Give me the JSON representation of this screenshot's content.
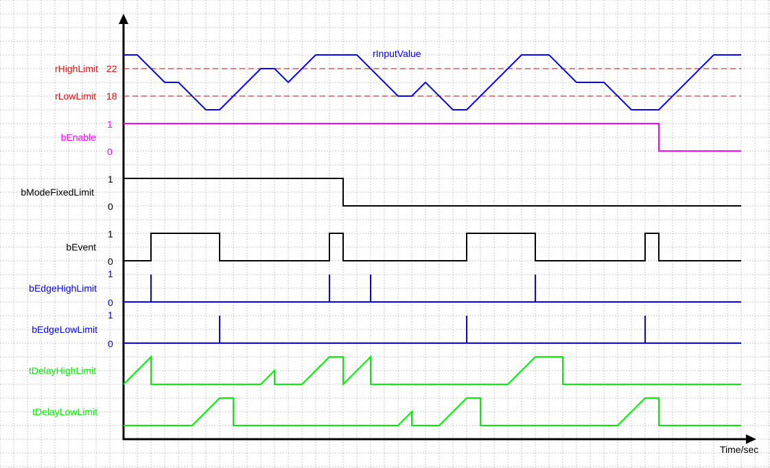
{
  "colors": {
    "input": "#0000ff",
    "limit": "#e01010",
    "limit_line": "#c00000",
    "enable": "#ff00ff",
    "bool": "#000000",
    "edge": "#0000ff",
    "delay": "#00ee00"
  },
  "axis": {
    "x_label": "Time/sec"
  },
  "analog": {
    "name": "rInputValue",
    "high_limit": {
      "label": "rHighLimit",
      "value": "22",
      "level": 22
    },
    "low_limit": {
      "label": "rLowLimit",
      "value": "18",
      "level": 18
    },
    "points": [
      [
        0,
        24
      ],
      [
        1,
        24
      ],
      [
        3,
        20
      ],
      [
        4,
        20
      ],
      [
        6,
        16
      ],
      [
        7,
        16
      ],
      [
        10,
        22
      ],
      [
        11,
        22
      ],
      [
        12,
        20
      ],
      [
        14,
        24
      ],
      [
        17,
        24
      ],
      [
        20,
        18
      ],
      [
        21,
        18
      ],
      [
        22,
        20
      ],
      [
        24,
        16
      ],
      [
        25,
        16
      ],
      [
        29,
        24
      ],
      [
        31,
        24
      ],
      [
        33,
        20
      ],
      [
        35,
        20
      ],
      [
        37,
        16
      ],
      [
        39,
        16
      ],
      [
        43,
        24
      ],
      [
        45,
        24
      ]
    ]
  },
  "signals": [
    {
      "name": "bEnable",
      "hi": "1",
      "lo": "0",
      "points": [
        [
          0,
          1
        ],
        [
          39,
          1
        ],
        [
          39,
          0
        ],
        [
          45,
          0
        ]
      ]
    },
    {
      "name": "bModeFixedLimit",
      "hi": "1",
      "lo": "0",
      "points": [
        [
          0,
          1
        ],
        [
          16,
          1
        ],
        [
          16,
          0
        ],
        [
          45,
          0
        ]
      ]
    },
    {
      "name": "bEvent",
      "hi": "1",
      "lo": "0",
      "points": [
        [
          0,
          0
        ],
        [
          2,
          0
        ],
        [
          2,
          1
        ],
        [
          7,
          1
        ],
        [
          7,
          0
        ],
        [
          15,
          0
        ],
        [
          15,
          1
        ],
        [
          16,
          1
        ],
        [
          16,
          0
        ],
        [
          25,
          0
        ],
        [
          25,
          1
        ],
        [
          30,
          1
        ],
        [
          30,
          0
        ],
        [
          38,
          0
        ],
        [
          38,
          1
        ],
        [
          39,
          1
        ],
        [
          39,
          0
        ],
        [
          45,
          0
        ]
      ]
    },
    {
      "name": "bEdgeHighLimit",
      "hi": "1",
      "lo": "0",
      "points": [
        [
          0,
          0
        ],
        [
          2,
          0
        ],
        [
          2,
          1
        ],
        [
          2,
          0
        ],
        [
          15,
          0
        ],
        [
          15,
          1
        ],
        [
          15,
          0
        ],
        [
          18,
          0
        ],
        [
          18,
          1
        ],
        [
          18,
          0
        ],
        [
          30,
          0
        ],
        [
          30,
          1
        ],
        [
          30,
          0
        ],
        [
          45,
          0
        ]
      ]
    },
    {
      "name": "bEdgeLowLimit",
      "hi": "1",
      "lo": "0",
      "points": [
        [
          0,
          0
        ],
        [
          7,
          0
        ],
        [
          7,
          1
        ],
        [
          7,
          0
        ],
        [
          25,
          0
        ],
        [
          25,
          1
        ],
        [
          25,
          0
        ],
        [
          38,
          0
        ],
        [
          38,
          1
        ],
        [
          38,
          0
        ],
        [
          45,
          0
        ]
      ]
    },
    {
      "name": "tDelayHighLimit",
      "points": [
        [
          0,
          0
        ],
        [
          2,
          2
        ],
        [
          2,
          0
        ],
        [
          10,
          0
        ],
        [
          11,
          1
        ],
        [
          11,
          0
        ],
        [
          13,
          0
        ],
        [
          15,
          2
        ],
        [
          16,
          2
        ],
        [
          16,
          0
        ],
        [
          18,
          2
        ],
        [
          18,
          0
        ],
        [
          28,
          0
        ],
        [
          30,
          2
        ],
        [
          32,
          2
        ],
        [
          32,
          0
        ],
        [
          45,
          0
        ]
      ]
    },
    {
      "name": "tDelayLowLimit",
      "points": [
        [
          0,
          0
        ],
        [
          5,
          0
        ],
        [
          7,
          2
        ],
        [
          8,
          2
        ],
        [
          8,
          0
        ],
        [
          20,
          0
        ],
        [
          21,
          1
        ],
        [
          21,
          0
        ],
        [
          23,
          0
        ],
        [
          25,
          2
        ],
        [
          26,
          2
        ],
        [
          26,
          0
        ],
        [
          36,
          0
        ],
        [
          38,
          2
        ],
        [
          39,
          2
        ],
        [
          39,
          0
        ],
        [
          45,
          0
        ]
      ]
    }
  ]
}
